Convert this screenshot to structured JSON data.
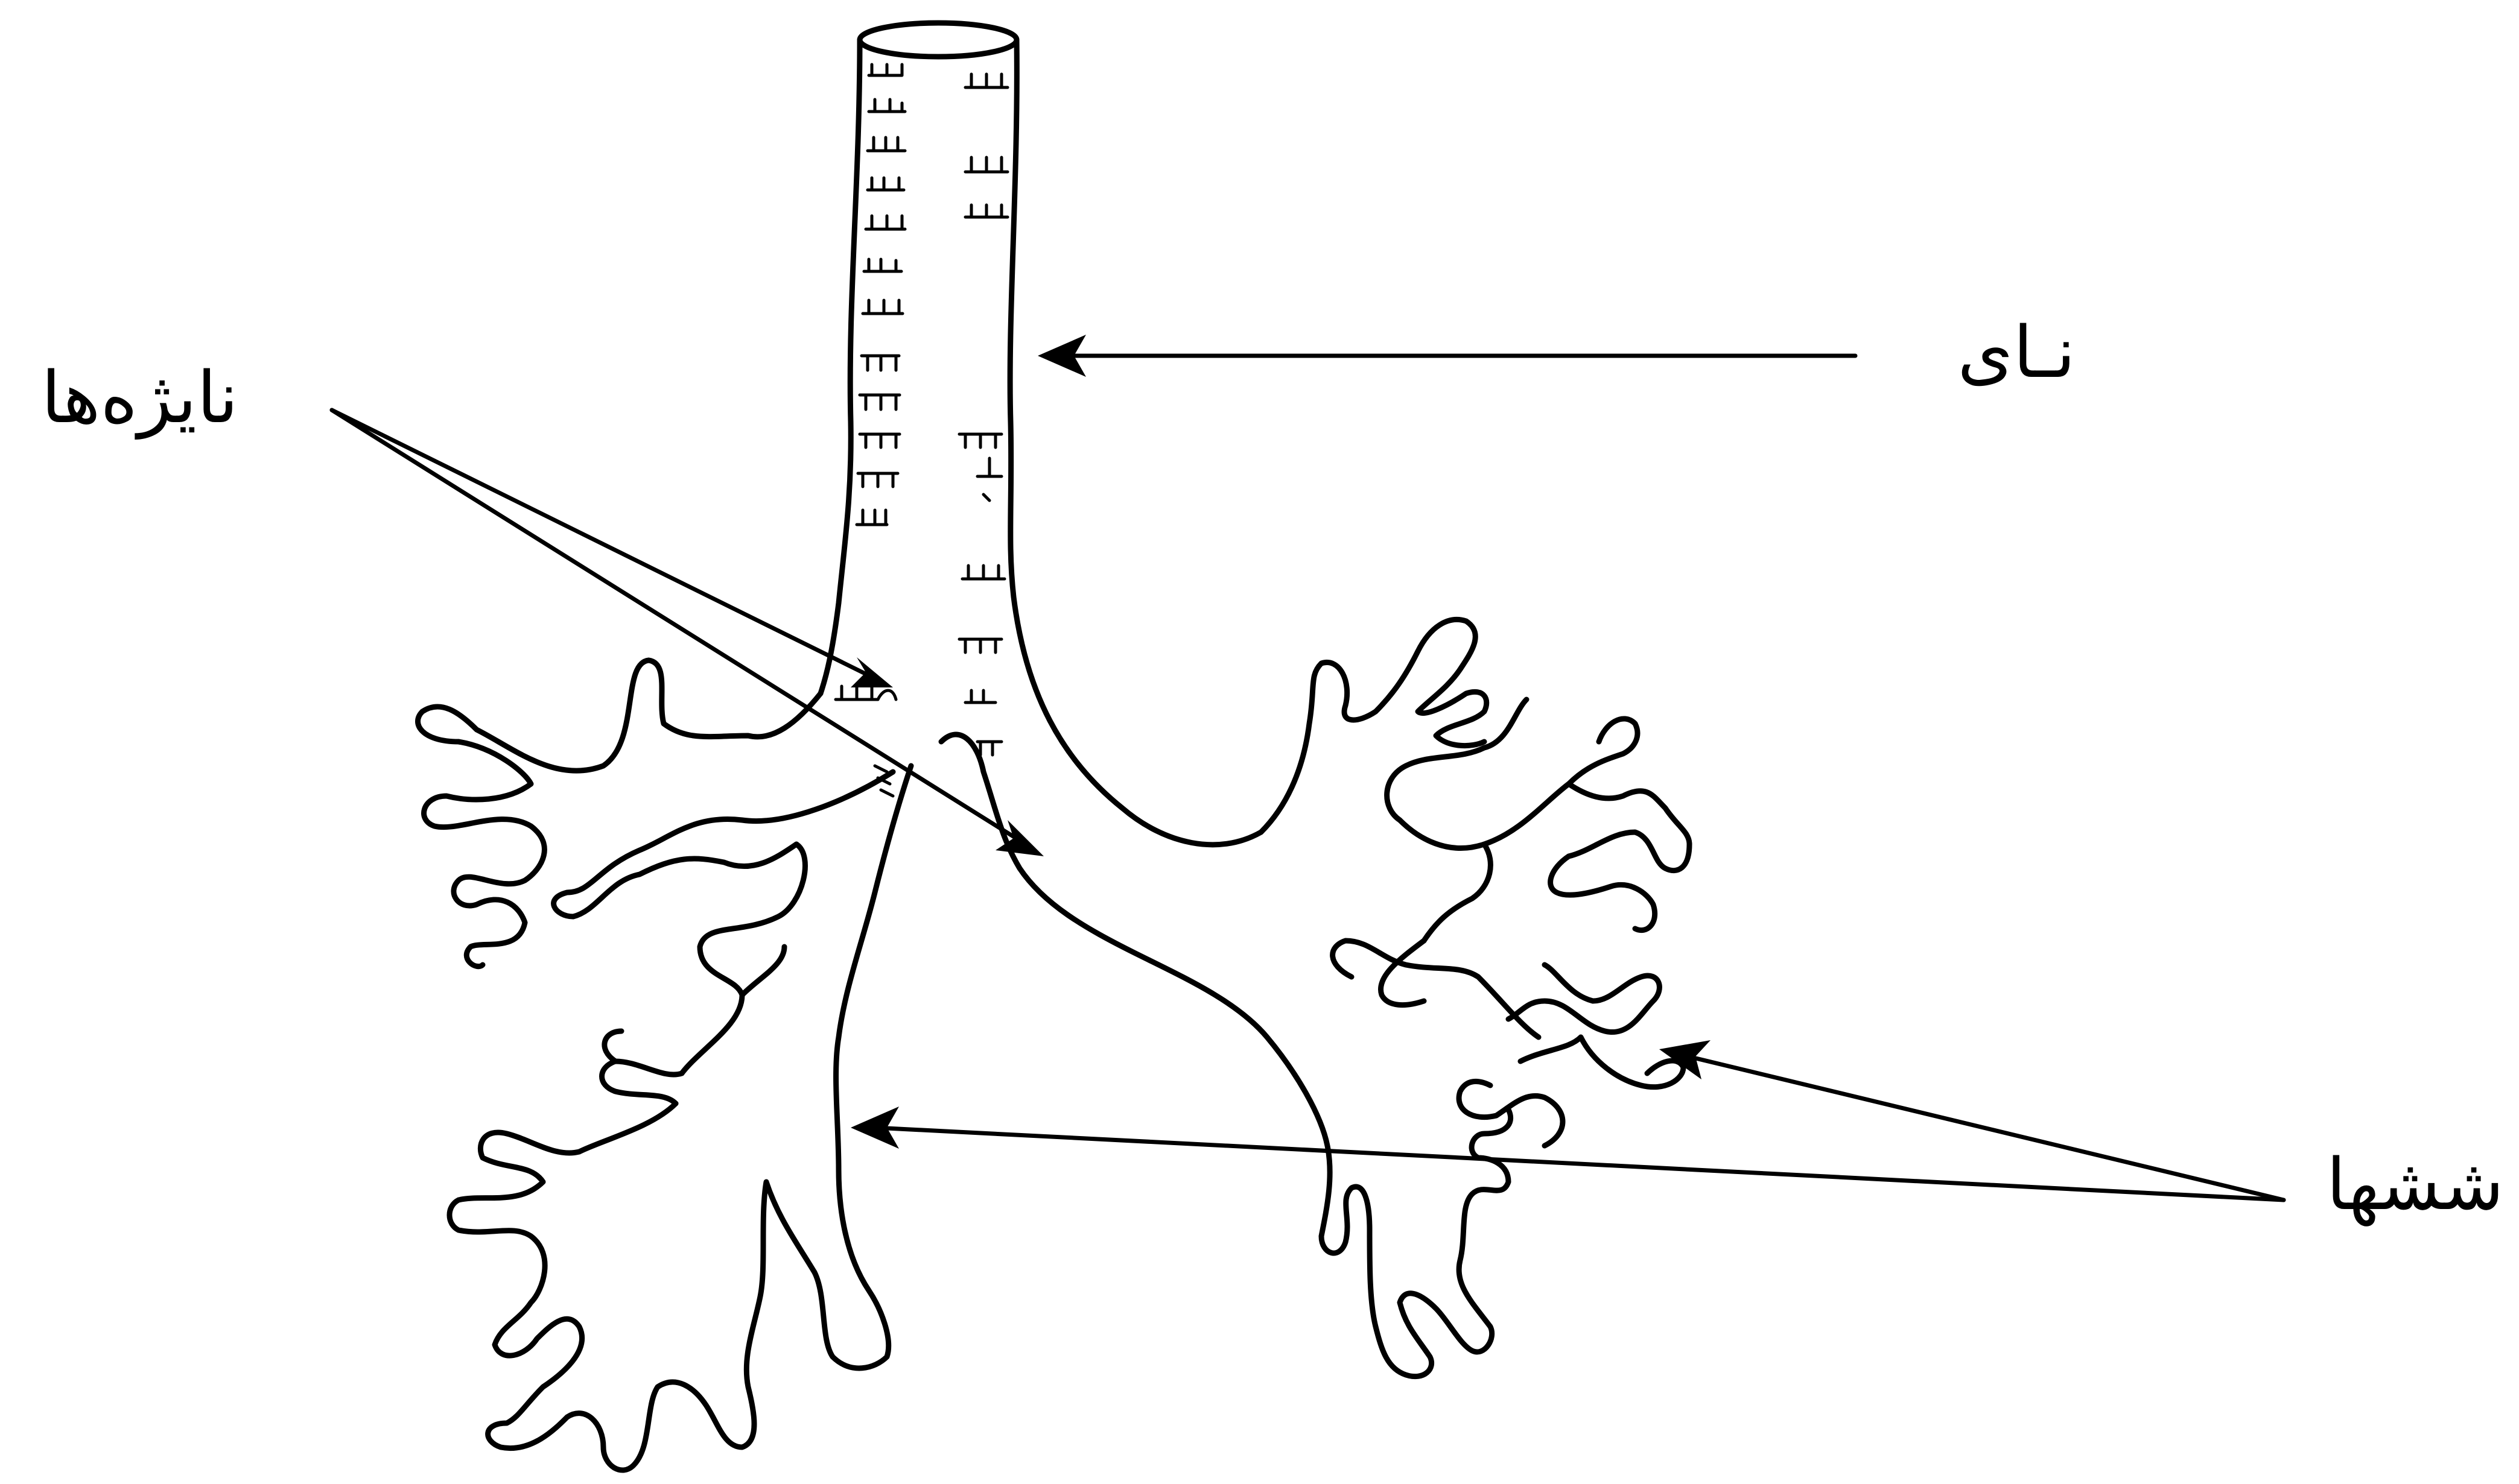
{
  "labels": {
    "trachea": "نـای",
    "bronchi": "نایژه‌ها",
    "lungs": "ششها"
  },
  "colors": {
    "ink": "#000000",
    "paper": "#ffffff"
  }
}
